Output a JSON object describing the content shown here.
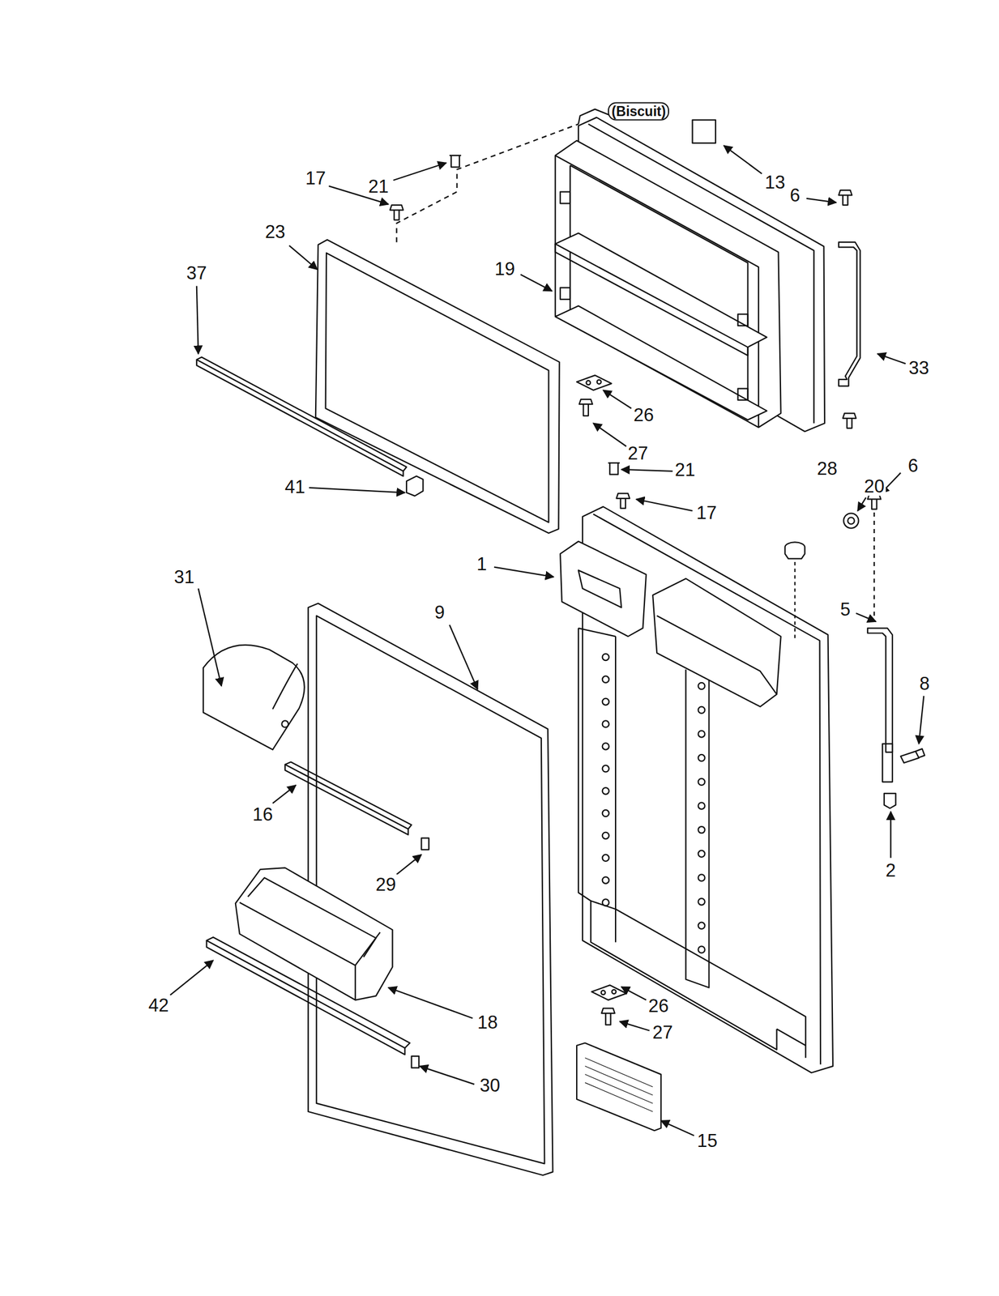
{
  "diagram": {
    "labels": [
      "(Biscuit)",
      "17",
      "21",
      "13",
      "6",
      "23",
      "37",
      "19",
      "33",
      "26",
      "27",
      "41",
      "21",
      "17",
      "28",
      "20",
      "6",
      "1",
      "5",
      "31",
      "9",
      "8",
      "16",
      "2",
      "29",
      "18",
      "42",
      "26",
      "27",
      "30",
      "15"
    ]
  }
}
